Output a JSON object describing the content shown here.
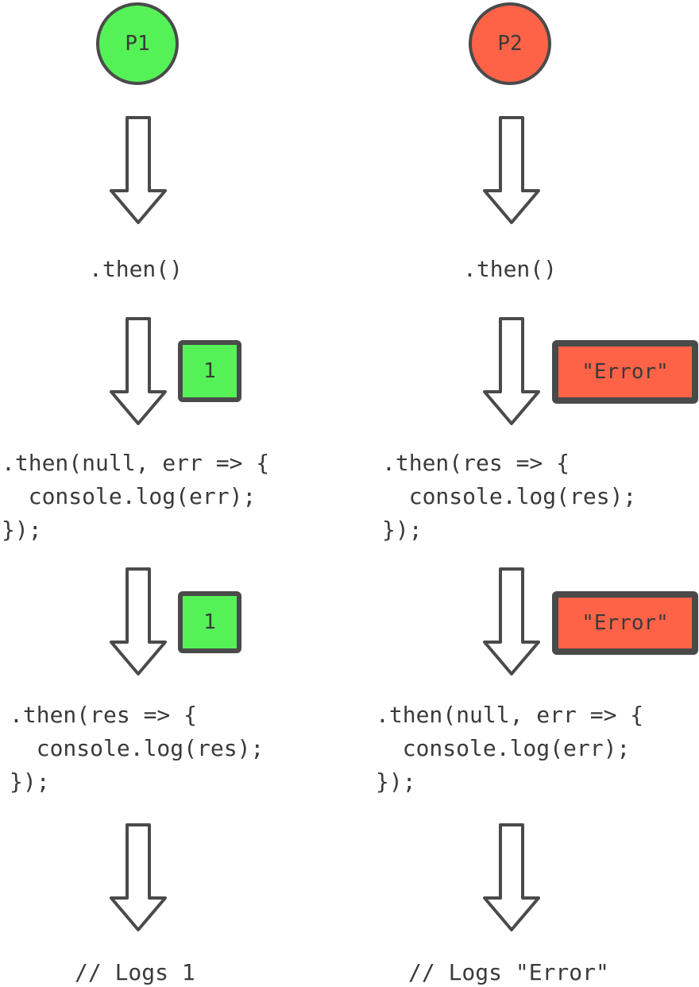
{
  "colors": {
    "resolved": "#55f257",
    "rejected": "#ff6347",
    "stroke": "#4a4a4a",
    "text": "#3a3a3a"
  },
  "left": {
    "promise": "P1",
    "step1": ".then()",
    "value_1": "1",
    "step2": [
      ".then(null, err => {",
      "  console.log(err);",
      "});"
    ],
    "value_2": "1",
    "step3": [
      ".then(res => {",
      "  console.log(res);",
      "});"
    ],
    "result": "// Logs 1"
  },
  "right": {
    "promise": "P2",
    "step1": ".then()",
    "value_1": "\"Error\"",
    "step2": [
      ".then(res => {",
      "  console.log(res);",
      "});"
    ],
    "value_2": "\"Error\"",
    "step3": [
      ".then(null, err => {",
      "  console.log(err);",
      "});"
    ],
    "result": "// Logs \"Error\""
  }
}
